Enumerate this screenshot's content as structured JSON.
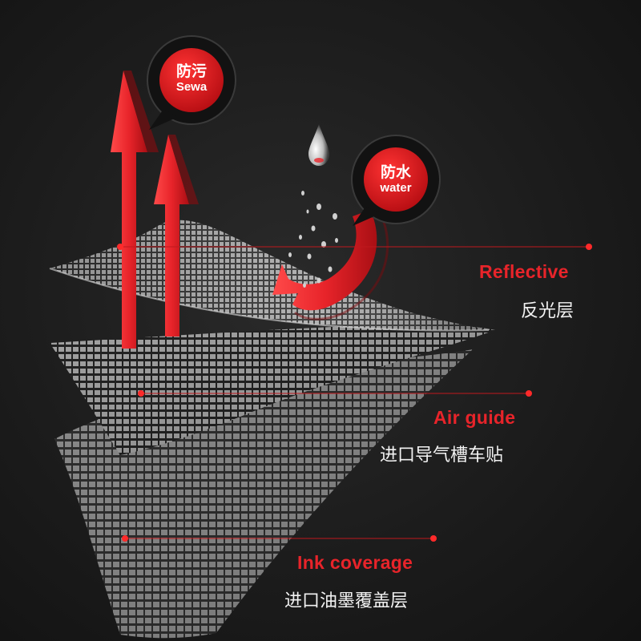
{
  "bubbles": {
    "sewa": {
      "cn": "防污",
      "en": "Sewa"
    },
    "water": {
      "cn": "防水",
      "en": "water"
    }
  },
  "layers": {
    "reflective": {
      "en": "Reflective",
      "cn": "反光层"
    },
    "air_guide": {
      "en": "Air guide",
      "cn": "进口导气槽车贴"
    },
    "ink_coverage": {
      "en": "Ink coverage",
      "cn": "进口油墨覆盖层"
    }
  },
  "colors": {
    "accent": "#e8242a",
    "background": "#1c1c1c",
    "text": "#f2f2f2"
  }
}
